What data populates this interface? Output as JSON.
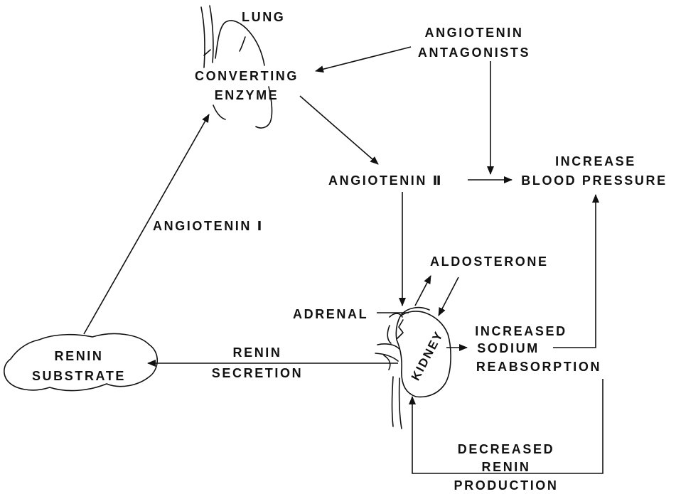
{
  "labels": {
    "lung": "LUNG",
    "converting_1": "CONVERTING",
    "converting_2": "ENZYME",
    "antagonists_1": "ANGIOTENIN",
    "antagonists_2": "ANTAGONISTS",
    "angiotenin_ii": "ANGIOTENIN Ⅱ",
    "increase_1": "INCREASE",
    "increase_2": "BLOOD PRESSURE",
    "angiotenin_i": "ANGIOTENIN Ⅰ",
    "aldosterone": "ALDOSTERONE",
    "adrenal": "ADRENAL",
    "kidney": "KIDNEY",
    "sodium_1": "INCREASED",
    "sodium_2": "SODIUM",
    "sodium_3": "REABSORPTION",
    "renin_sec_1": "RENIN",
    "renin_sec_2": "SECRETION",
    "substrate_1": "RENIN",
    "substrate_2": "SUBSTRATE",
    "decreased_1": "DECREASED",
    "decreased_2": "RENIN",
    "decreased_3": "PRODUCTION"
  }
}
